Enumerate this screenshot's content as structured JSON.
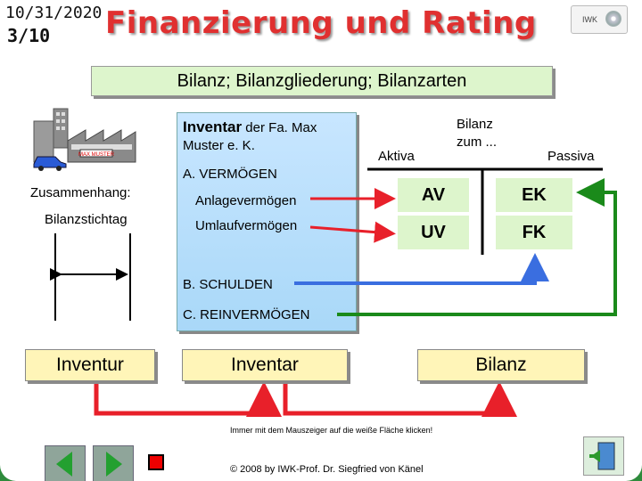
{
  "header": {
    "date": "10/31/2020",
    "page": "3/10",
    "title": "Finanzierung und Rating",
    "logo_text": "IWK"
  },
  "heading": "Bilanz; Bilanzgliederung; Bilanzarten",
  "factory_sign": "MAX MUSTER",
  "left": {
    "zusammenhang": "Zusammenhang:",
    "stichtag": "Bilanzstichtag"
  },
  "inventar_panel": {
    "title_bold": "Inventar",
    "title_rest": " der Fa. Max",
    "title_line2": "Muster e. K.",
    "section_a": "A. VERMÖGEN",
    "anlage": "Anlagevermögen",
    "umlauf": "Umlaufvermögen",
    "section_b": "B. SCHULDEN",
    "section_c": "C. REINVERMÖGEN"
  },
  "bilanz": {
    "header_line1": "Bilanz",
    "header_line2": "zum ...",
    "aktiva": "Aktiva",
    "passiva": "Passiva",
    "av": "AV",
    "uv": "UV",
    "ek": "EK",
    "fk": "FK"
  },
  "buttons": {
    "inventur": "Inventur",
    "inventar": "Inventar",
    "bilanz": "Bilanz"
  },
  "note": "Immer mit dem Mauszeiger auf die weiße Fläche klicken!",
  "copyright": "© 2008 by IWK-Prof. Dr. Siegfried von Känel",
  "colors": {
    "red": "#e8202a",
    "blue": "#3a6ee0",
    "green": "#1a8a1a",
    "title": "#e03030"
  }
}
